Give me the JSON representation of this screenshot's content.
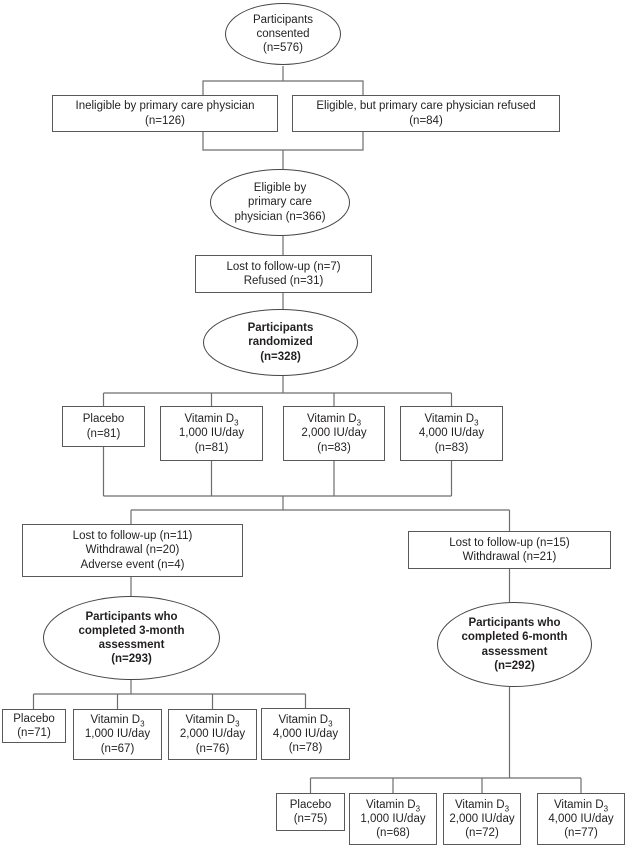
{
  "figure": {
    "type": "consort-flow-diagram",
    "background": "#FFFFFF",
    "colors": {
      "box_border": "#58595B",
      "ellipse_border": "#464648",
      "connector_line": "#6D6E71",
      "text": "#231F20"
    }
  },
  "nodes": {
    "consented": {
      "lines": [
        "Participants",
        "consented",
        "(n=576)"
      ]
    },
    "ineligible": {
      "lines": [
        "Ineligible by primary care physician",
        "(n=126)"
      ]
    },
    "pcp_refused": {
      "lines": [
        "Eligible, but primary care physician refused",
        "(n=84)"
      ]
    },
    "eligible": {
      "lines": [
        "Eligible by",
        "primary care",
        "physician (n=366)"
      ]
    },
    "pre_random_attrition": {
      "lines": [
        "Lost to follow-up (n=7)",
        "Refused (n=31)"
      ]
    },
    "randomized": {
      "lines": [
        "Participants",
        "randomized",
        "(n=328)"
      ]
    },
    "arm_placebo": {
      "lines": [
        "Placebo",
        "(n=81)"
      ]
    },
    "arm_d1000": {
      "brand": "Vitamin D",
      "sub": "3",
      "dose": "1,000 IU/day",
      "n": "(n=81)"
    },
    "arm_d2000": {
      "brand": "Vitamin D",
      "sub": "3",
      "dose": "2,000 IU/day",
      "n": "(n=83)"
    },
    "arm_d4000": {
      "brand": "Vitamin D",
      "sub": "3",
      "dose": "4,000 IU/day",
      "n": "(n=83)"
    },
    "attrition_3mo": {
      "lines": [
        "Lost to follow-up (n=11)",
        "Withdrawal (n=20)",
        "Adverse event (n=4)"
      ]
    },
    "attrition_6mo": {
      "lines": [
        "Lost to follow-up (n=15)",
        "Withdrawal (n=21)"
      ]
    },
    "completed_3mo": {
      "lines": [
        "Participants who",
        "completed 3-month",
        "assessment",
        "(n=293)"
      ]
    },
    "completed_6mo": {
      "lines": [
        "Participants who",
        "completed 6-month",
        "assessment",
        "(n=292)"
      ]
    },
    "m3_placebo": {
      "lines": [
        "Placebo",
        "(n=71)"
      ]
    },
    "m3_d1000": {
      "brand": "Vitamin D",
      "sub": "3",
      "dose": "1,000 IU/day",
      "n": "(n=67)"
    },
    "m3_d2000": {
      "brand": "Vitamin D",
      "sub": "3",
      "dose": "2,000 IU/day",
      "n": "(n=76)"
    },
    "m3_d4000": {
      "brand": "Vitamin D",
      "sub": "3",
      "dose": "4,000 IU/day",
      "n": "(n=78)"
    },
    "m6_placebo": {
      "lines": [
        "Placebo",
        "(n=75)"
      ]
    },
    "m6_d1000": {
      "brand": "Vitamin D",
      "sub": "3",
      "dose": "1,000 IU/day",
      "n": "(n=68)"
    },
    "m6_d2000": {
      "brand": "Vitamin D",
      "sub": "3",
      "dose": "2,000 IU/day",
      "n": "(n=72)"
    },
    "m6_d4000": {
      "brand": "Vitamin D",
      "sub": "3",
      "dose": "4,000 IU/day",
      "n": "(n=77)"
    }
  }
}
